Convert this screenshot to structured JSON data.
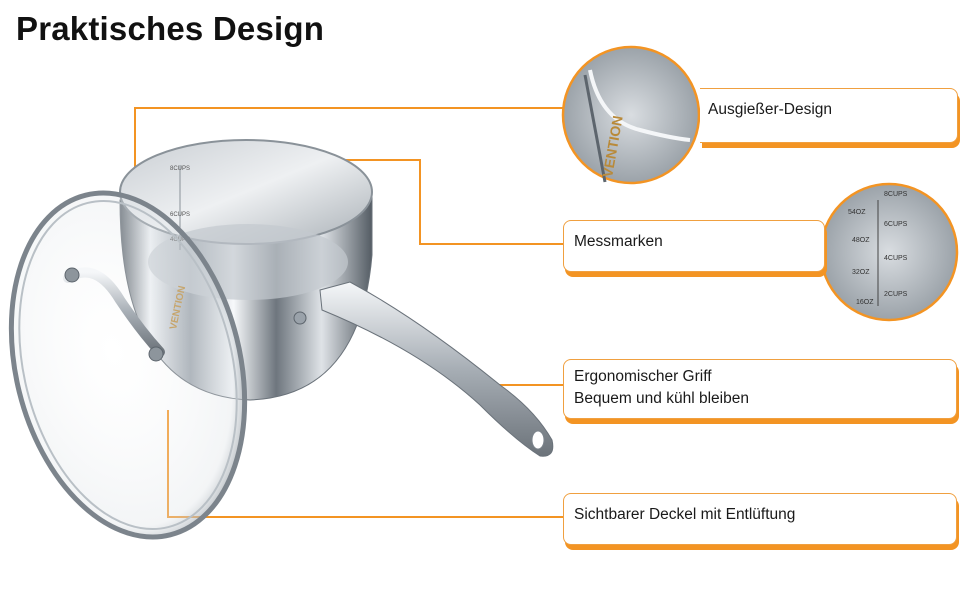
{
  "page": {
    "title": "Praktisches Design"
  },
  "callouts": {
    "spout": "Ausgießer-Design",
    "measure": "Messmarken",
    "handle_line1": "Ergonomischer Griff",
    "handle_line2": "Bequem und kühl bleiben",
    "lid": "Sichtbarer Deckel mit Entlüftung"
  },
  "markings": {
    "brand": "VENTION",
    "cups_8": "8CUPS",
    "cups_6": "6CUPS",
    "cups_4": "4CUPS",
    "cups_2": "2CUPS",
    "oz_54": "54OZ",
    "oz_48": "48OZ",
    "oz_32": "32OZ",
    "oz_16": "16OZ"
  },
  "colors": {
    "accent": "#f39423",
    "steel_light": "#e8ebee",
    "steel_dark": "#7c848c"
  }
}
